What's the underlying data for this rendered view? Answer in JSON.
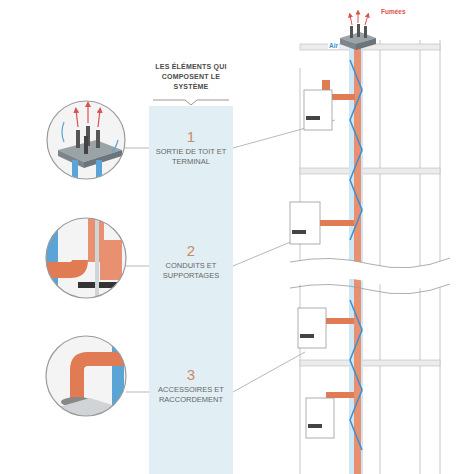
{
  "diagram": {
    "title": "LES ÉLÉMENTS QUI COMPOSENT LE SYSTÈME",
    "nodes": [
      {
        "text": [
          "1",
          "SORTIE DE TOIT ET TERMINAL"
        ]
      },
      {
        "text": [
          "2",
          "CONDUITS ET SUPPORTAGES"
        ]
      },
      {
        "text": [
          "3",
          "ACCESSOIRES ET RACCORDEMENT"
        ]
      }
    ],
    "labels": [
      "Fumées",
      "Air"
    ]
  }
}
